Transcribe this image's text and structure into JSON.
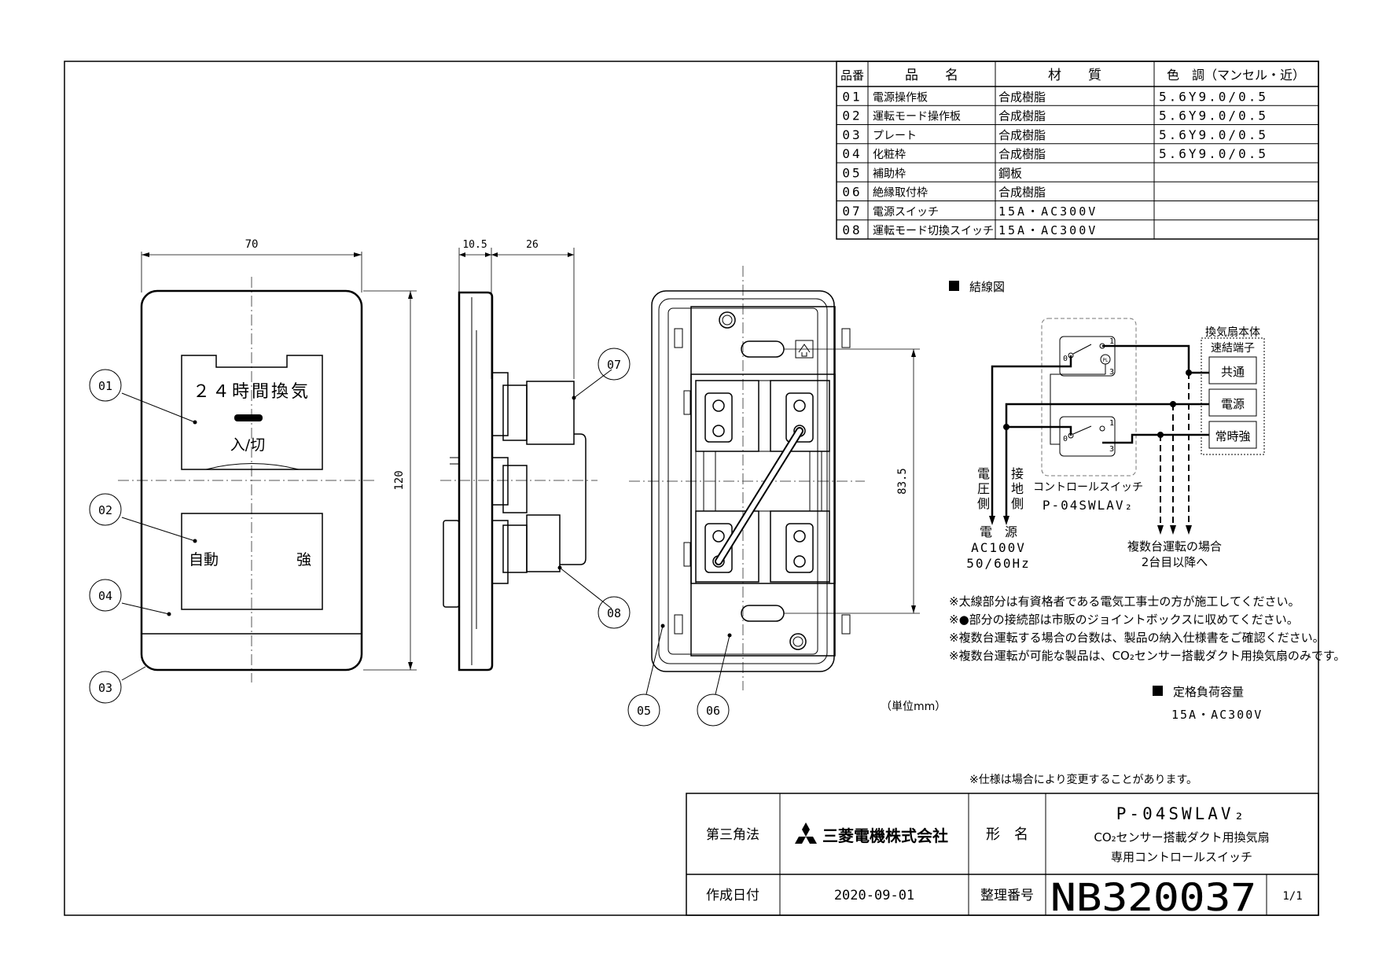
{
  "parts_table": {
    "headers": {
      "no": "品番",
      "name": "品　　名",
      "material": "材　　質",
      "color": "色　調（マンセル・近）"
    },
    "rows": [
      {
        "no": "01",
        "name": "電源操作板",
        "material": "合成樹脂",
        "color": "5.6Y9.0/0.5"
      },
      {
        "no": "02",
        "name": "運転モード操作板",
        "material": "合成樹脂",
        "color": "5.6Y9.0/0.5"
      },
      {
        "no": "03",
        "name": "プレート",
        "material": "合成樹脂",
        "color": "5.6Y9.0/0.5"
      },
      {
        "no": "04",
        "name": "化粧枠",
        "material": "合成樹脂",
        "color": "5.6Y9.0/0.5"
      },
      {
        "no": "05",
        "name": "補助枠",
        "material": "鋼板",
        "color": ""
      },
      {
        "no": "06",
        "name": "絶縁取付枠",
        "material": "合成樹脂",
        "color": ""
      },
      {
        "no": "07",
        "name": "電源スイッチ",
        "material": "15A・AC300V",
        "color": ""
      },
      {
        "no": "08",
        "name": "運転モード切換スイッチ",
        "material": "15A・AC300V",
        "color": ""
      }
    ]
  },
  "front_view": {
    "dim_width": "70",
    "dim_height": "120",
    "panel1_label": "２４時間換気",
    "panel1_onoff": "入/切",
    "panel2_left": "自動",
    "panel2_right": "強"
  },
  "side_view": {
    "dim_a": "10.5",
    "dim_b": "26"
  },
  "rear_view": {
    "dim_height": "83.5"
  },
  "callouts": [
    "01",
    "02",
    "03",
    "04",
    "05",
    "06",
    "07",
    "08"
  ],
  "wiring": {
    "title": "結線図",
    "unit_title": "換気扇本体",
    "unit_sub": "速結端子",
    "terminals": [
      "共通",
      "電源",
      "常時強"
    ],
    "voltage_side": "電圧側",
    "ground_side": "接地側",
    "switch_caption_1": "コントロールスイッチ",
    "switch_caption_2": "P-04SWLAV₂",
    "power_1": "電　源",
    "power_2": "AC100V",
    "power_3": "50/60Hz",
    "multi_1": "複数台運転の場合",
    "multi_2": "2台目以降へ",
    "switch_pins_top": [
      "0",
      "1",
      "3",
      "PL"
    ],
    "switch_pins_bottom": [
      "0",
      "1",
      "3"
    ]
  },
  "notes": [
    "※太線部分は有資格者である電気工事士の方が施工してください。",
    "※●部分の接続部は市販のジョイントボックスに収めてください。",
    "※複数台運転する場合の台数は、製品の納入仕様書をご確認ください。",
    "※複数台運転が可能な製品は、CO₂センサー搭載ダクト用換気扇のみです。"
  ],
  "rating": {
    "title": "定格負荷容量",
    "value": "15A・AC300V"
  },
  "unit_note": "（単位mm）",
  "spec_note": "※仕様は場合により変更することがあります。",
  "title_block": {
    "projection": "第三角法",
    "company": "三菱電機株式会社",
    "model_label": "形　名",
    "model": "P-04SWLAV₂",
    "desc_1": "CO₂センサー搭載ダクト用換気扇",
    "desc_2": "専用コントロールスイッチ",
    "date_label": "作成日付",
    "date": "2020-09-01",
    "doc_label": "整理番号",
    "doc_no": "NB320037",
    "page": "1/1"
  }
}
